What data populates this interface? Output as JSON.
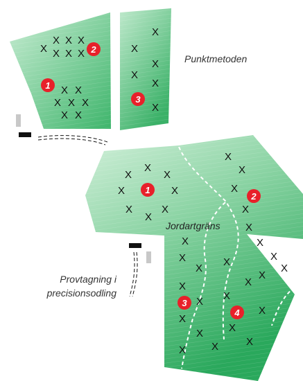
{
  "labels": {
    "punktmetoden": "Punktmetoden",
    "jordartsgrans": "Jordartgräns",
    "provtagning_line1": "Provtagning i",
    "provtagning_line2": "precisionsodling"
  },
  "sample_mark": "X",
  "badges": {
    "top_1": "1",
    "top_2": "2",
    "top_3": "3",
    "bottom_1": "1",
    "bottom_2": "2",
    "bottom_3": "3",
    "bottom_4": "4"
  },
  "colors": {
    "field_light": "#d4f0dd",
    "field_mid": "#8fd4a6",
    "field_dark": "#2faa5f",
    "badge": "#e8202a",
    "boundary_line": "#ffffff",
    "marker_dark": "#111111",
    "marker_light": "#c8c8c8"
  }
}
